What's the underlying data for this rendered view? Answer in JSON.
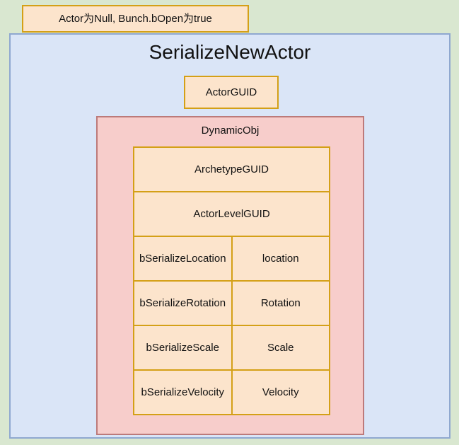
{
  "banner": {
    "text": "Actor为Null, Bunch.bOpen为true"
  },
  "panel": {
    "title": "SerializeNewActor",
    "actor_guid_label": "ActorGUID",
    "dynamic_obj": {
      "title": "DynamicObj",
      "rows": [
        {
          "type": "full",
          "label": "ArchetypeGUID"
        },
        {
          "type": "full",
          "label": "ActorLevelGUID"
        },
        {
          "type": "split",
          "flag": "bSerializeLocation",
          "value": "location"
        },
        {
          "type": "split",
          "flag": "bSerializeRotation",
          "value": "Rotation"
        },
        {
          "type": "split",
          "flag": "bSerializeScale",
          "value": "Scale"
        },
        {
          "type": "split",
          "flag": "bSerializeVelocity",
          "value": "Velocity"
        }
      ]
    }
  },
  "colors": {
    "page_background": "#d9e7d0",
    "panel_background": "#dae5f7",
    "panel_border": "#8fa8d0",
    "box_background": "#fce4cc",
    "box_border": "#d4a017",
    "dynamic_obj_background": "#f7cdcb",
    "dynamic_obj_border": "#bc7a7a",
    "text": "#111111"
  }
}
